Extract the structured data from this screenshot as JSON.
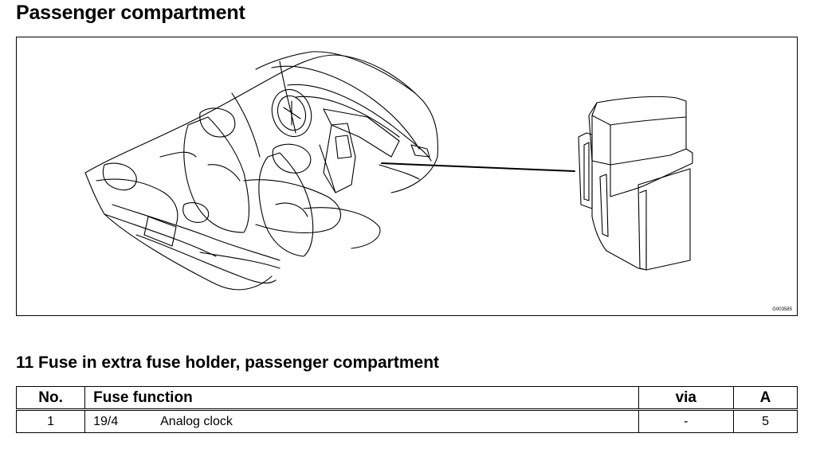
{
  "page": {
    "title": "Passenger compartment",
    "figure_code": "G003585",
    "section_title": "11 Fuse in extra fuse holder, passenger compartment"
  },
  "table": {
    "headers": {
      "no": "No.",
      "function": "Fuse function",
      "via": "via",
      "amp": "A"
    },
    "rows": [
      {
        "no": "1",
        "code": "19/4",
        "function": "Analog clock",
        "via": "-",
        "amp": "5"
      }
    ]
  }
}
